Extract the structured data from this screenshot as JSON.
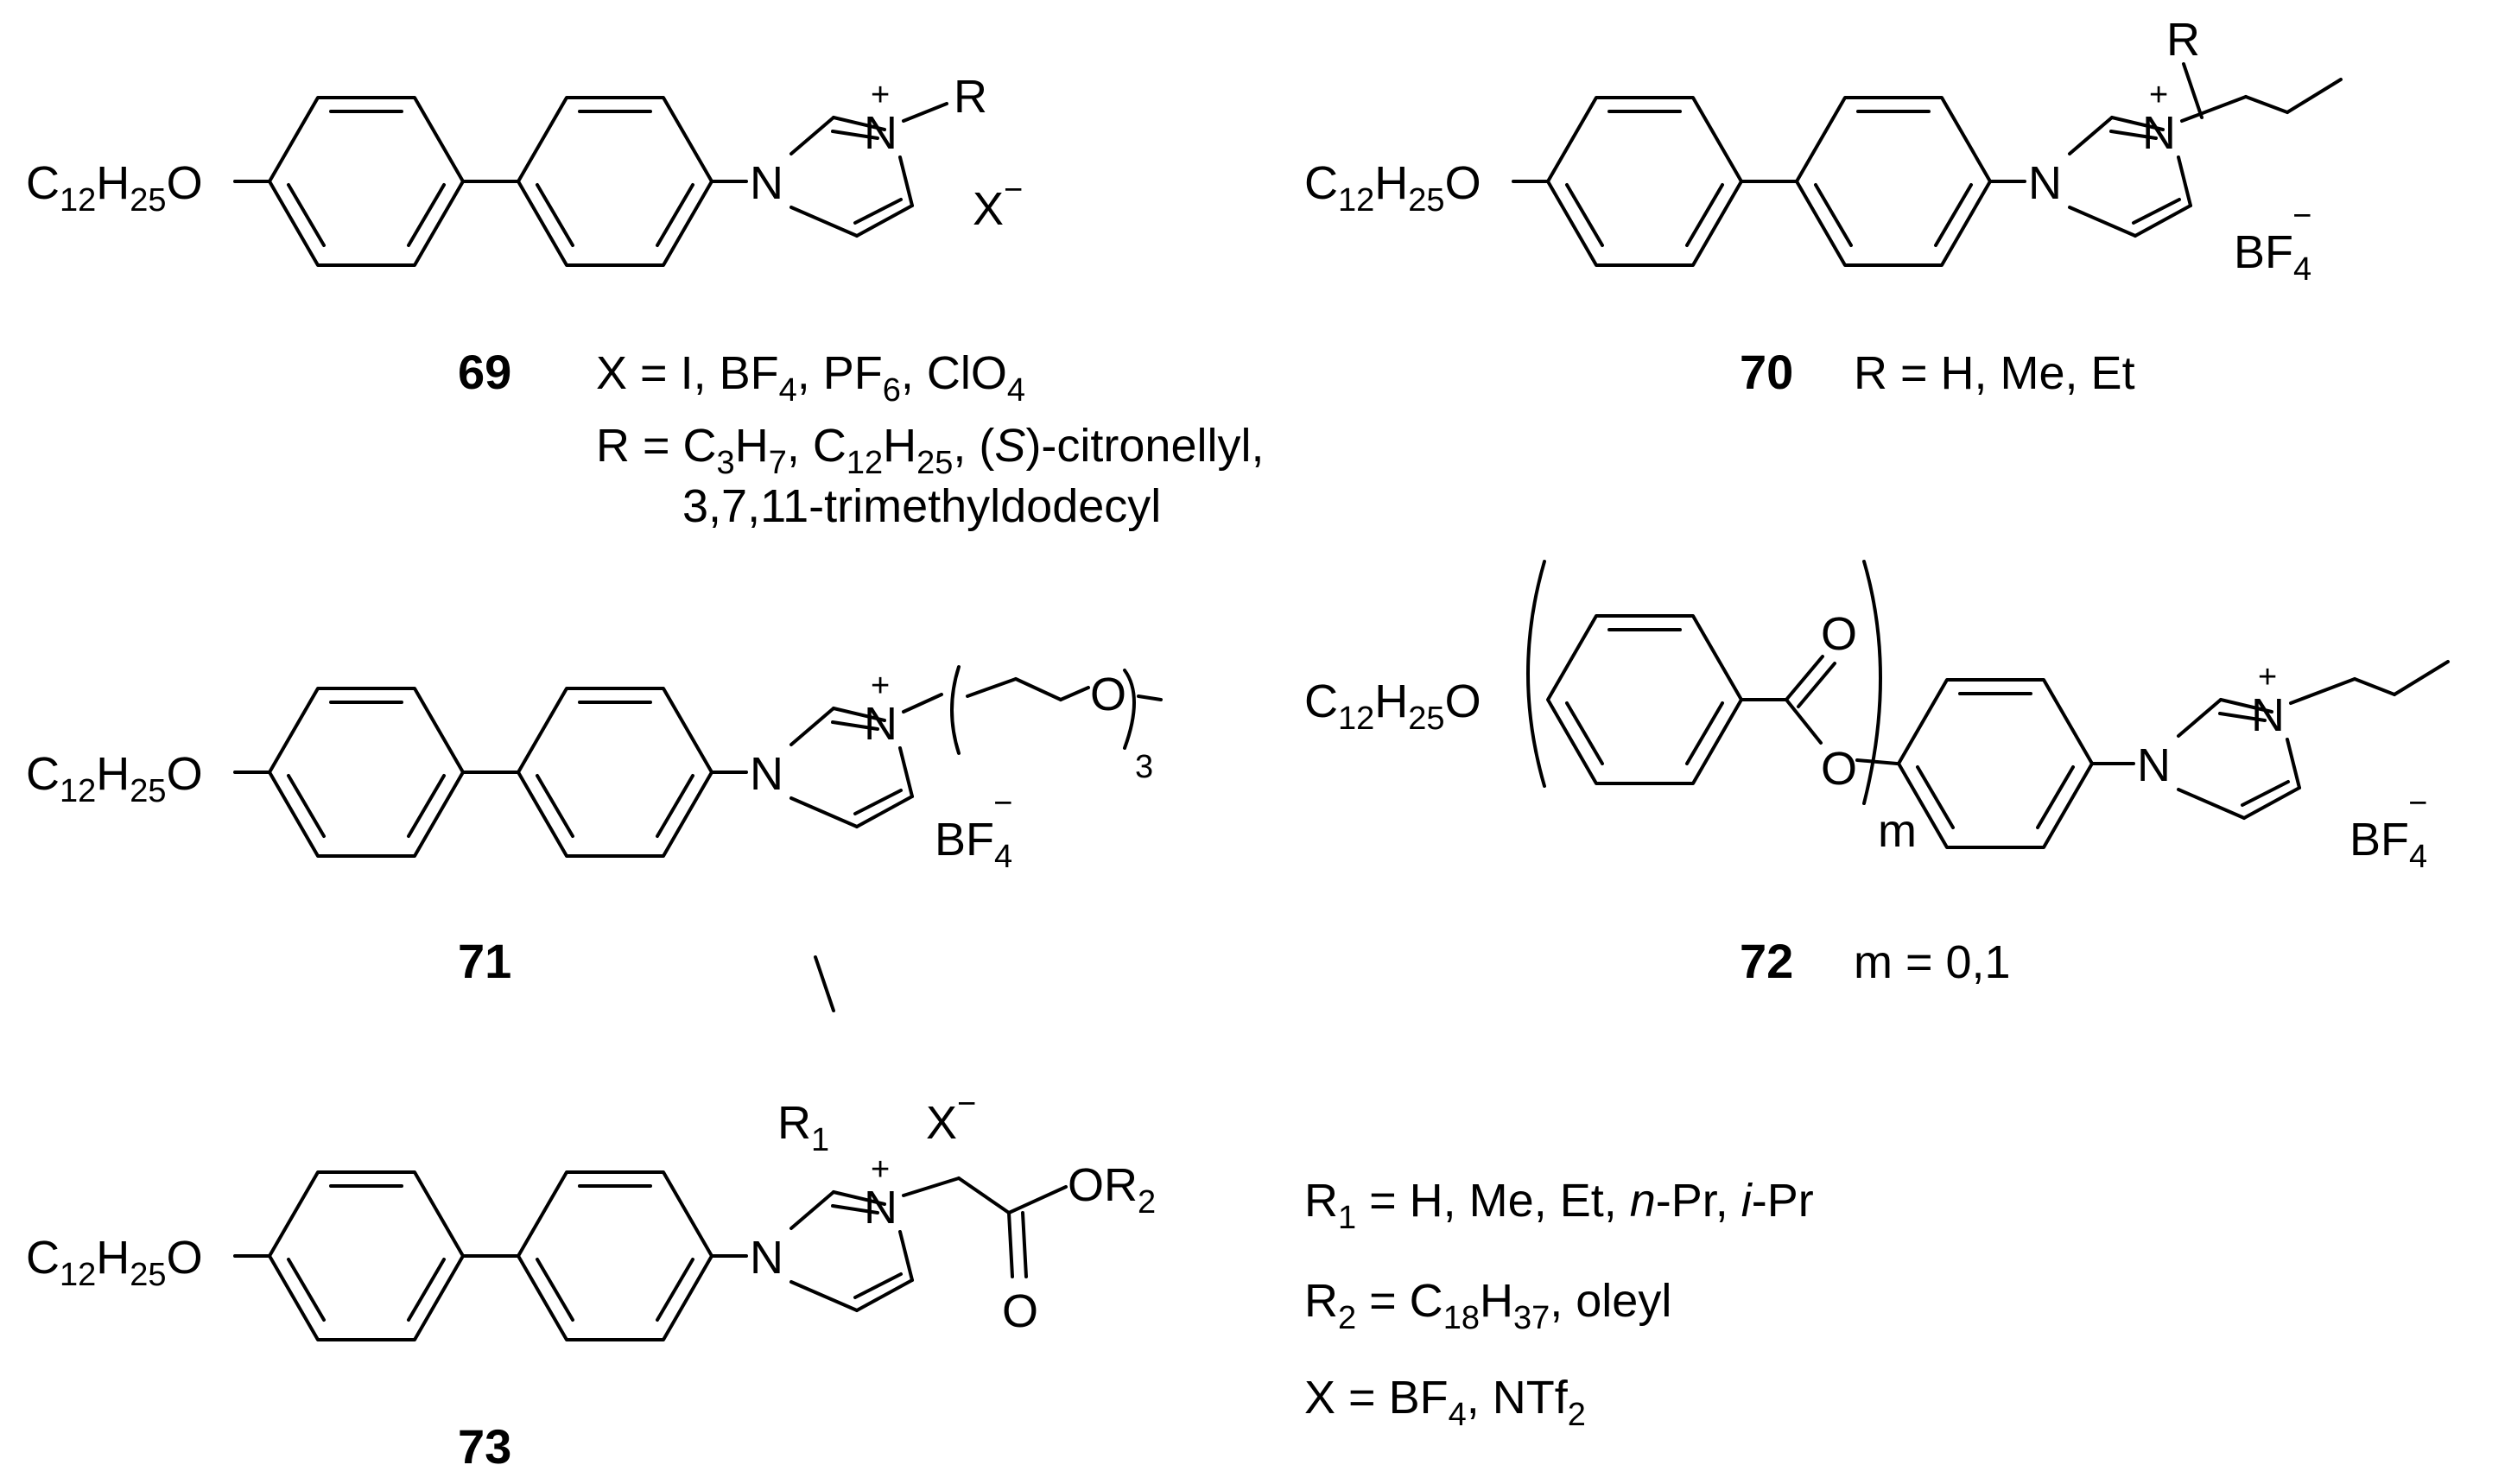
{
  "tail": {
    "main": "C",
    "s1": "12",
    "mid": "H",
    "s2": "25",
    "end": "O"
  },
  "atoms": {
    "n": "N",
    "o": "O",
    "r": "R",
    "plus": "+",
    "minus": "−",
    "x": "X",
    "b": "BF",
    "b_sub": "4",
    "three": "3",
    "m": "m",
    "r1": "R",
    "r1_sub": "1",
    "or2": "OR",
    "or2_sub": "2"
  },
  "c69": {
    "number": "69",
    "line1": {
      "a": "X",
      "b": " = I",
      "c": ", BF",
      "d": "4",
      "e": ", PF",
      "f": "6",
      "g": ", ClO",
      "h": "4"
    },
    "line2": {
      "a": "R = C",
      "b": "3",
      "c": "H",
      "d": "7",
      "e": ", C",
      "f": "12",
      "g": "H",
      "h": "25",
      "i": ", (",
      "j": "S",
      "k": ")-citronellyl,"
    },
    "line3": "3,7,11-trimethyldodecyl"
  },
  "c70": {
    "number": "70",
    "caption": "R = H, Me, Et"
  },
  "c71": {
    "number": "71"
  },
  "c72": {
    "number": "72",
    "caption": "m = 0,1"
  },
  "c73": {
    "number": "73",
    "r1": {
      "a": "R",
      "b": "1",
      "c": " = H, Me, Et, ",
      "d": "n",
      "e": "-Pr, ",
      "f": "i",
      "g": "-Pr"
    },
    "r2": {
      "a": "R",
      "b": "2",
      "c": " = C",
      "d": "18",
      "e": "H",
      "f": "37",
      "g": ", oleyl"
    },
    "x": {
      "a": "X",
      "b": " = BF",
      "c": "4",
      "d": ", NTf",
      "e": "2"
    }
  }
}
